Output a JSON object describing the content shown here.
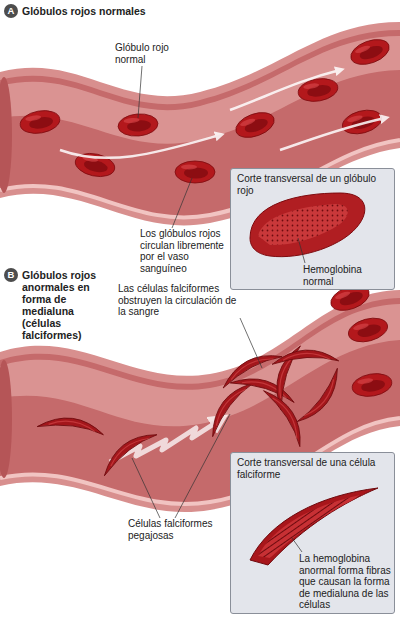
{
  "diagram": {
    "nodes": [
      {
        "text": [
          "A",
          "Glóbulos rojos normales"
        ]
      },
      {
        "text": [
          "Corte transversal de un glóbulo rojo",
          "Hemoglobina normal"
        ]
      },
      {
        "text": [
          "B",
          "Glóbulos rojos anormales en forma de medialuna (células falciformes)"
        ]
      },
      {
        "text": [
          "Corte transversal de una célula falciforme",
          "La hemoglobina anormal forma fibras que causan la forma de medialuna de las células"
        ]
      }
    ],
    "labels": [
      "Glóbulo rojo normal",
      "Los glóbulos rojos circulan libremente por el vaso sanguíneo",
      "Las células falciformes obstruyen la circulación de la sangre",
      "Células falciformes pegajosas"
    ]
  }
}
